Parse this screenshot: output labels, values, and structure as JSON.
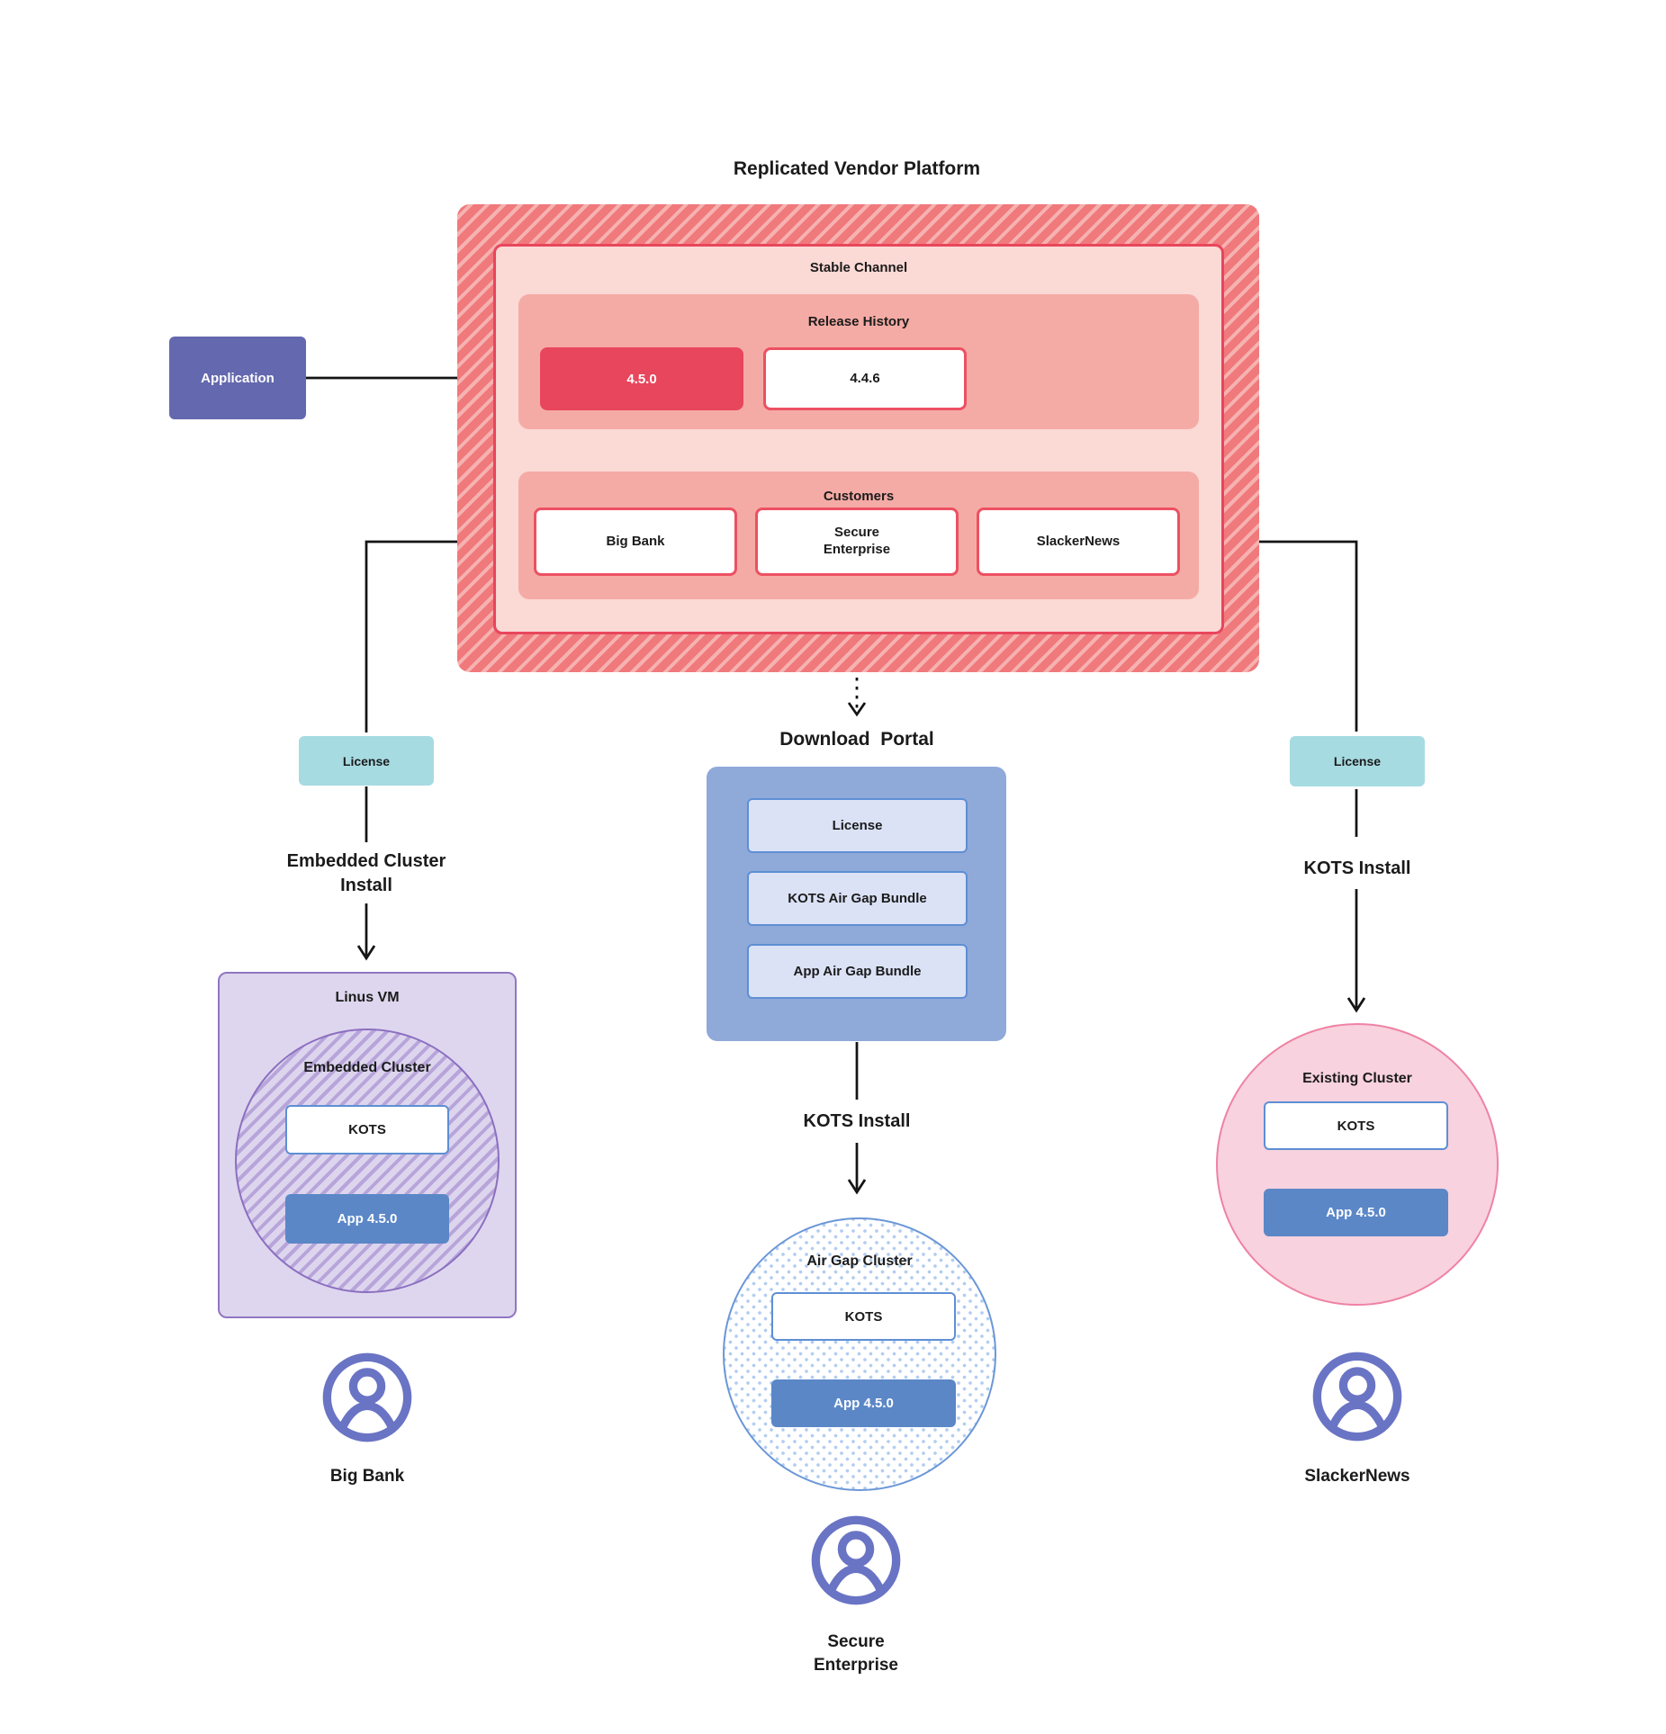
{
  "title": "Replicated Vendor Platform",
  "application": {
    "label": "Application"
  },
  "platform": {
    "stable_channel_title": "Stable Channel",
    "release_history_title": "Release History",
    "releases": [
      "4.5.0",
      "4.4.6"
    ],
    "customers_title": "Customers",
    "customers": [
      "Big Bank",
      "Secure Enterprise",
      "SlackerNews"
    ]
  },
  "left_flow": {
    "license_label": "License",
    "install_label": "Embedded Cluster Install",
    "vm_title": "Linus VM",
    "cluster_title": "Embedded Cluster",
    "kots_label": "KOTS",
    "app_label": "App 4.5.0",
    "user_label": "Big Bank"
  },
  "center_flow": {
    "portal_title": "Download  Portal",
    "portal_items": [
      "License",
      "KOTS Air Gap Bundle",
      "App Air Gap Bundle"
    ],
    "install_label": "KOTS Install",
    "cluster_title": "Air Gap Cluster",
    "kots_label": "KOTS",
    "app_label": "App 4.5.0",
    "user_label": "Secure Enterprise"
  },
  "right_flow": {
    "license_label": "License",
    "install_label": "KOTS Install",
    "cluster_title": "Existing Cluster",
    "kots_label": "KOTS",
    "app_label": "App 4.5.0",
    "user_label": "SlackerNews"
  },
  "icons": [
    "user-icon"
  ],
  "colors": {
    "platform_hatch": "#f0797c",
    "platform_hatch_stripe": "#f5b2b0",
    "stable_bg": "#fbd9d5",
    "stable_border": "#e8465d",
    "pink_container_bg": "#f5aba5",
    "release_current_bg": "#e8465d",
    "red_box_border": "#ed5062",
    "application_bg": "#6468ae",
    "license_bg": "#a7dbe2",
    "portal_bg": "#8fa9d9",
    "portal_item_bg": "#dbe2f6",
    "portal_item_border": "#5e8fd4",
    "app_box_bg": "#5b87c7",
    "kots_border": "#5e8fd4",
    "vm_bg": "#ded6ee",
    "vm_border": "#9077c2",
    "cluster_hatch_stripe": "#b7a5da",
    "existing_bg": "#f8d2de",
    "existing_border": "#ef82a4",
    "airgap_dot": "#b3cdf0",
    "airgap_border": "#6b97d7",
    "user_icon": "#6a74c4",
    "line": "#141414"
  }
}
